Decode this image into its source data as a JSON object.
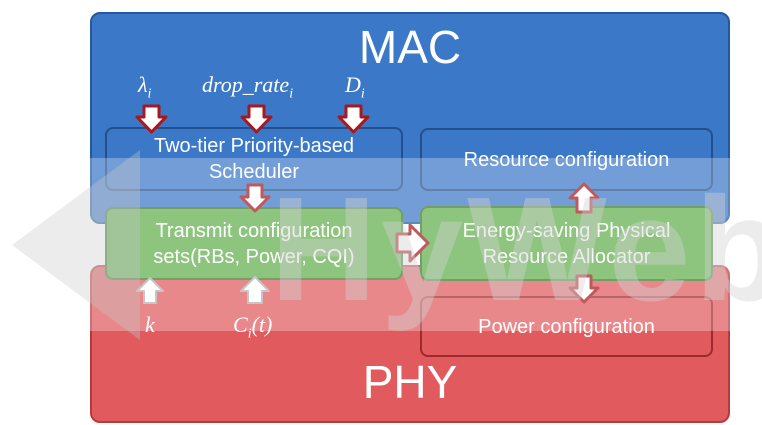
{
  "mac": {
    "title": "MAC"
  },
  "phy": {
    "title": "PHY"
  },
  "boxes": {
    "scheduler": "Two-tier Priority-based Scheduler",
    "transmit": "Transmit configuration sets(RBs, Power, CQI)",
    "resource_config": "Resource configuration",
    "allocator": "Energy-saving Physical Resource Allocator",
    "power_config": "Power configuration"
  },
  "inputs": {
    "lambda": {
      "symbol": "λ",
      "sub": "i"
    },
    "drop_rate": {
      "symbol": "drop_rate",
      "sub": "i"
    },
    "delay": {
      "symbol": "D",
      "sub": "i"
    },
    "k": {
      "symbol": "k"
    },
    "channel": {
      "symbol": "C",
      "sub": "i",
      "suffix": "(t)"
    }
  },
  "watermark": {
    "text": "HyWeb"
  },
  "colors": {
    "mac_blue": "#3c78c8",
    "phy_red": "#e05a5e",
    "module_green": "#61ad4d",
    "arrow_red": "#a8191e"
  }
}
